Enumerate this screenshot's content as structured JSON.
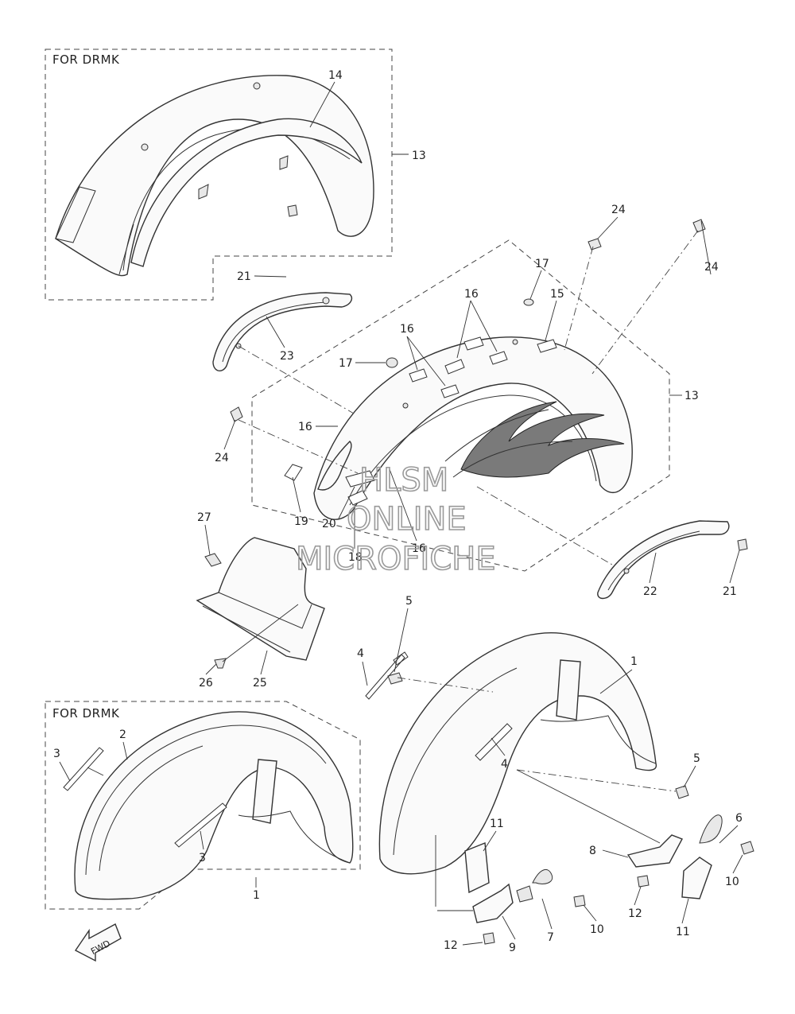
{
  "boxes": {
    "top_left_title": "FOR DRMK",
    "bottom_left_title": "FOR DRMK"
  },
  "watermark": {
    "line1": "HLSM",
    "line2": "ONLINE",
    "line3": "MICROFICHE"
  },
  "fwd_label": "FWD",
  "callouts": {
    "c14": "14",
    "c13a": "13",
    "c13b": "13",
    "c24a": "24",
    "c24b": "24",
    "c24c": "24",
    "c21a": "21",
    "c21b": "21",
    "c23": "23",
    "c22": "22",
    "c17a": "17",
    "c17b": "17",
    "c16a": "16",
    "c16b": "16",
    "c16c": "16",
    "c16d": "16",
    "c15": "15",
    "c19": "19",
    "c20": "20",
    "c18": "18",
    "c27": "27",
    "c26": "26",
    "c25": "25",
    "c5a": "5",
    "c5b": "5",
    "c4a": "4",
    "c4b": "4",
    "c1a": "1",
    "c1b": "1",
    "c2": "2",
    "c3a": "3",
    "c3b": "3",
    "c6": "6",
    "c8": "8",
    "c10a": "10",
    "c10b": "10",
    "c11a": "11",
    "c11b": "11",
    "c12a": "12",
    "c12b": "12",
    "c7": "7",
    "c9": "9"
  }
}
